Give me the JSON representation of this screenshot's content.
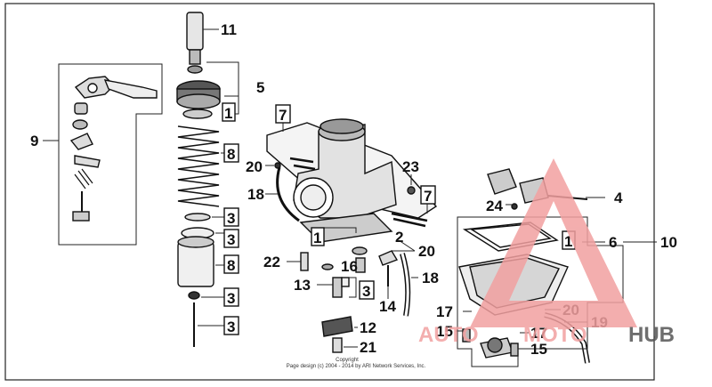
{
  "diagram": {
    "part_labels": {
      "p11": "11",
      "p5": "5",
      "p9": "9",
      "p1a": "1",
      "p8a": "8",
      "p3a": "3",
      "p3b": "3",
      "p8b": "8",
      "p3c": "3",
      "p3d": "3",
      "p7a": "7",
      "p20a": "20",
      "p18a": "18",
      "p23": "23",
      "p7b": "7",
      "p24": "24",
      "p4": "4",
      "p1b": "1",
      "p2": "2",
      "p20b": "20",
      "p22": "22",
      "p16": "16",
      "p13": "13",
      "p3e": "3",
      "p14": "14",
      "p18b": "18",
      "p12": "12",
      "p21": "21",
      "p6": "6",
      "p1c": "1",
      "p10": "10",
      "p17a": "17",
      "p15a": "15",
      "p20c": "20",
      "p19": "19",
      "p17b": "17",
      "p15b": "15"
    },
    "copyright_line1": "Copyright",
    "copyright_line2": "Page design (c) 2004 - 2014 by ARI Network Services, Inc."
  },
  "watermark": {
    "text_auto": "AUTO",
    "text_moto": "MOTO",
    "text_hub": "HUB",
    "color_primary": "#f2a0a0",
    "color_dark": "#555555"
  }
}
